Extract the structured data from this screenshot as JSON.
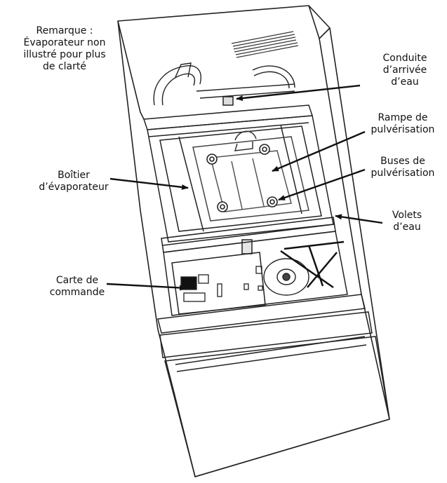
{
  "labels": {
    "note": [
      "Remarque :",
      "Évaporateur non",
      "illustré pour plus",
      "de clarté"
    ],
    "water_inlet": [
      "Conduite",
      "d’arrivée",
      "d’eau"
    ],
    "spray_bar": [
      "Rampe de",
      "pulvérisation"
    ],
    "spray_nozzles": [
      "Buses de",
      "pulvérisation"
    ],
    "evaporator_housing": [
      "Boîtier",
      "d’évaporateur"
    ],
    "water_curtains": [
      "Volets",
      "d’eau"
    ],
    "control_board": [
      "Carte de",
      "commande"
    ]
  },
  "colors": {
    "line": "#222222",
    "background": "#ffffff"
  }
}
